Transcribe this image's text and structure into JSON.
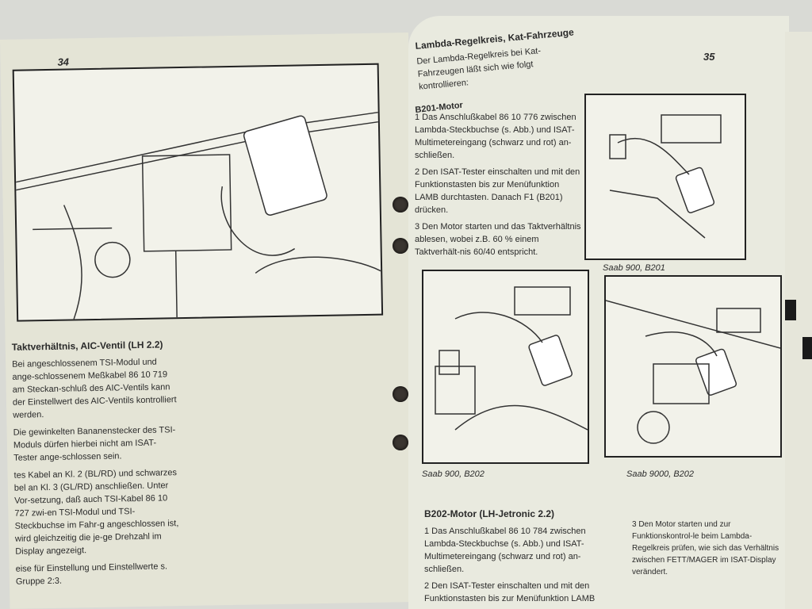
{
  "left_page": {
    "page_number": "34",
    "heading": "Taktverhältnis, AIC-Ventil (LH 2.2)",
    "paragraphs": [
      "Bei angeschlossenem TSI-Modul und ange-schlossenem Meßkabel 86 10 719 am Steckan-schluß des AIC-Ventils kann der Einstellwert des AIC-Ventils kontrolliert werden.",
      "Die gewinkelten Bananenstecker des TSI-Moduls dürfen hierbei nicht am ISAT-Tester ange-schlossen sein.",
      "tes Kabel an Kl. 2 (BL/RD) und schwarzes bel an Kl. 3 (GL/RD) anschließen. Unter Vor-setzung, daß auch TSI-Kabel 86 10 727 zwi-en TSI-Modul und TSI-Steckbuchse im Fahr-g angeschlossen ist, wird gleichzeitig die je-ge Drehzahl im Display angezeigt.",
      "eise für Einstellung und Einstellwerte s. Gruppe 2:3."
    ]
  },
  "right_page": {
    "page_number": "35",
    "heading": "Lambda-Regelkreis, Kat-Fahrzeuge",
    "intro": "Der Lambda-Regelkreis bei Kat-Fahrzeugen läßt sich wie folgt kontrollieren:",
    "b201": {
      "heading": "B201-Motor",
      "steps": [
        "1 Das Anschlußkabel 86 10 776 zwischen Lambda-Steckbuchse (s. Abb.) und ISAT-Multimetereingang (schwarz und rot) an-schließen.",
        "2 Den ISAT-Tester einschalten und mit den Funktionstasten bis zur Menüfunktion LAMB durchtasten. Danach F1 (B201) drücken.",
        "3 Den Motor starten und das Taktverhältnis ablesen, wobei z.B. 60 % einem Taktverhält-nis 60/40 entspricht."
      ]
    },
    "captions": [
      "Saab 900, B201",
      "Saab 900, B202",
      "Saab 9000, B202"
    ],
    "b202": {
      "heading": "B202-Motor (LH-Jetronic 2.2)",
      "steps_col1": [
        "1 Das Anschlußkabel 86 10 784 zwischen Lambda-Steckbuchse (s. Abb.) und ISAT-Multimetereingang (schwarz und rot) an-schließen.",
        "2 Den ISAT-Tester einschalten und mit den Funktionstasten bis zur Menüfunktion LAMB"
      ],
      "steps_col2": [
        "3 Den Motor starten und zur Funktionskontrol-le beim Lambda-Regelkreis prüfen, wie sich das Verhältnis zwischen FETT/MAGER im ISAT-Display verändert."
      ]
    }
  }
}
